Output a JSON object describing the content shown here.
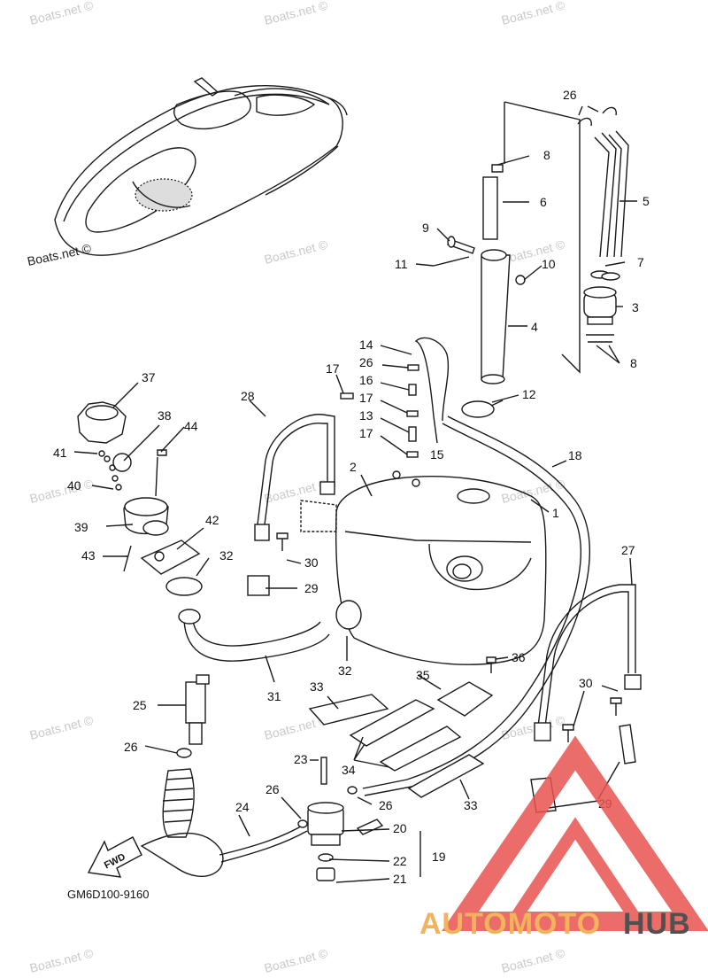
{
  "diagram": {
    "drawing_code": "GM6D100-9160",
    "fwd_label": "FWD",
    "watermark": "Boats.net ©",
    "brand": {
      "part1": "AUTOMOTO",
      "part2": "HUB",
      "color1": "#f2a640",
      "color2": "#333333",
      "triangle_color": "#e8534f"
    },
    "callouts": {
      "c1": "1",
      "c2": "2",
      "c3": "3",
      "c4": "4",
      "c5": "5",
      "c6": "6",
      "c7": "7",
      "c8a": "8",
      "c8b": "8",
      "c9": "9",
      "c10": "10",
      "c11": "11",
      "c12": "12",
      "c13": "13",
      "c14": "14",
      "c15": "15",
      "c16": "16",
      "c17a": "17",
      "c17b": "17",
      "c17c": "17",
      "c18": "18",
      "c19": "19",
      "c20": "20",
      "c21": "21",
      "c22": "22",
      "c23": "23",
      "c24": "24",
      "c25": "25",
      "c26a": "26",
      "c26b": "26",
      "c26c": "26",
      "c26d": "26",
      "c26e": "26",
      "c27": "27",
      "c28": "28",
      "c29a": "29",
      "c29b": "29",
      "c30a": "30",
      "c30b": "30",
      "c31": "31",
      "c32a": "32",
      "c32b": "32",
      "c33a": "33",
      "c33b": "33",
      "c34": "34",
      "c35": "35",
      "c36": "36",
      "c37": "37",
      "c38": "38",
      "c39": "39",
      "c40": "40",
      "c41": "41",
      "c42": "42",
      "c43": "43",
      "c44": "44"
    }
  }
}
